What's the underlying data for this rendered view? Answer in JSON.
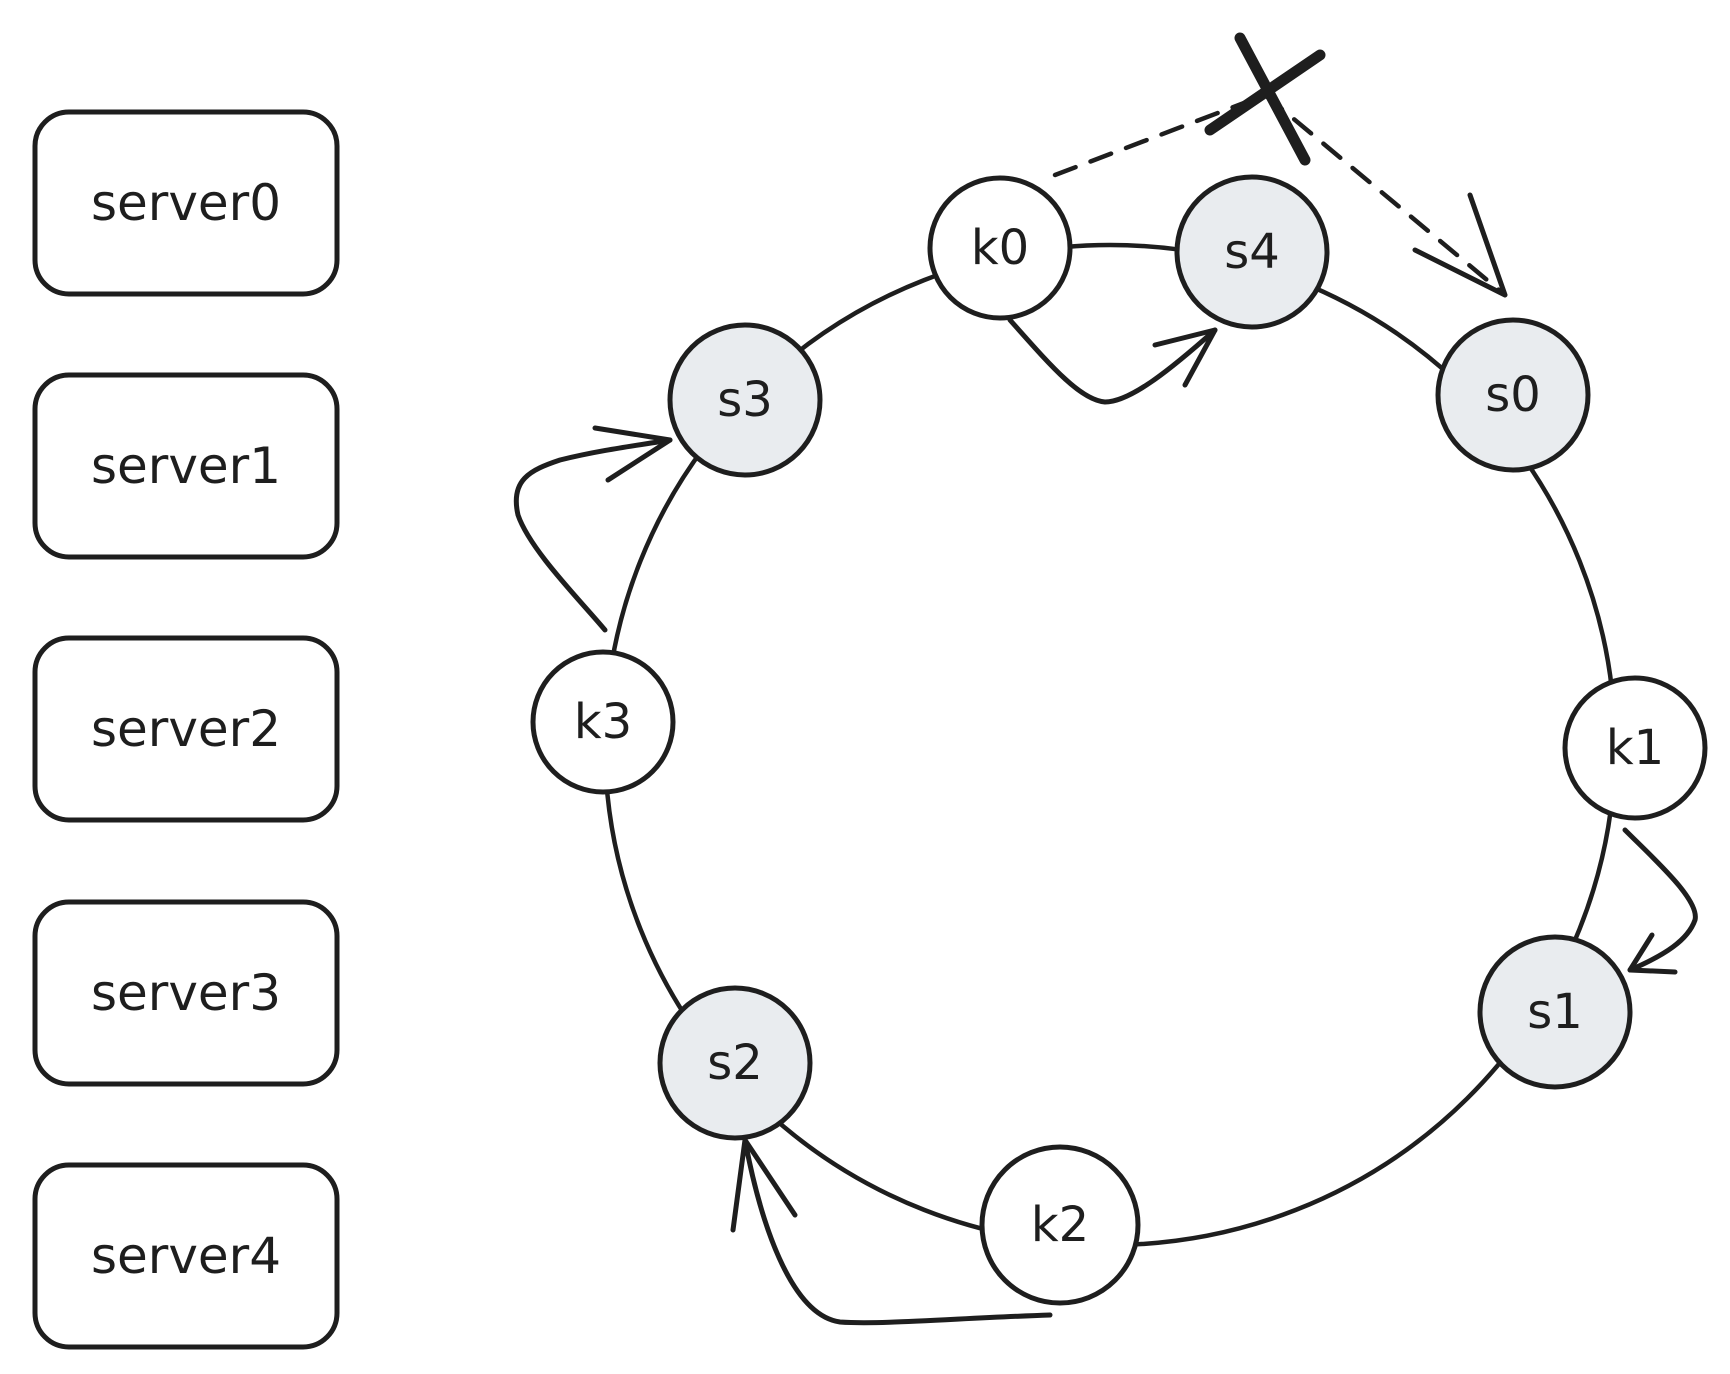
{
  "colors": {
    "stroke": "#1e1e1e",
    "server_node_fill": "#e9ecef",
    "key_node_fill": "#ffffff",
    "background": "#ffffff"
  },
  "servers": [
    {
      "label": "server0"
    },
    {
      "label": "server1"
    },
    {
      "label": "server2"
    },
    {
      "label": "server3"
    },
    {
      "label": "server4"
    }
  ],
  "ring_nodes": [
    {
      "id": "k0",
      "label": "k0",
      "kind": "key"
    },
    {
      "id": "s4",
      "label": "s4",
      "kind": "server"
    },
    {
      "id": "s0",
      "label": "s0",
      "kind": "server"
    },
    {
      "id": "k1",
      "label": "k1",
      "kind": "key"
    },
    {
      "id": "s1",
      "label": "s1",
      "kind": "server"
    },
    {
      "id": "k2",
      "label": "k2",
      "kind": "key"
    },
    {
      "id": "s2",
      "label": "s2",
      "kind": "server"
    },
    {
      "id": "k3",
      "label": "k3",
      "kind": "key"
    },
    {
      "id": "s3",
      "label": "s3",
      "kind": "server"
    }
  ],
  "mappings": [
    {
      "from": "k0",
      "to": "s4",
      "style": "solid"
    },
    {
      "from": "k0",
      "to": "s0",
      "style": "dashed",
      "crossed_out": true
    },
    {
      "from": "k1",
      "to": "s1",
      "style": "solid"
    },
    {
      "from": "k2",
      "to": "s2",
      "style": "solid"
    },
    {
      "from": "k3",
      "to": "s3",
      "style": "solid"
    }
  ]
}
